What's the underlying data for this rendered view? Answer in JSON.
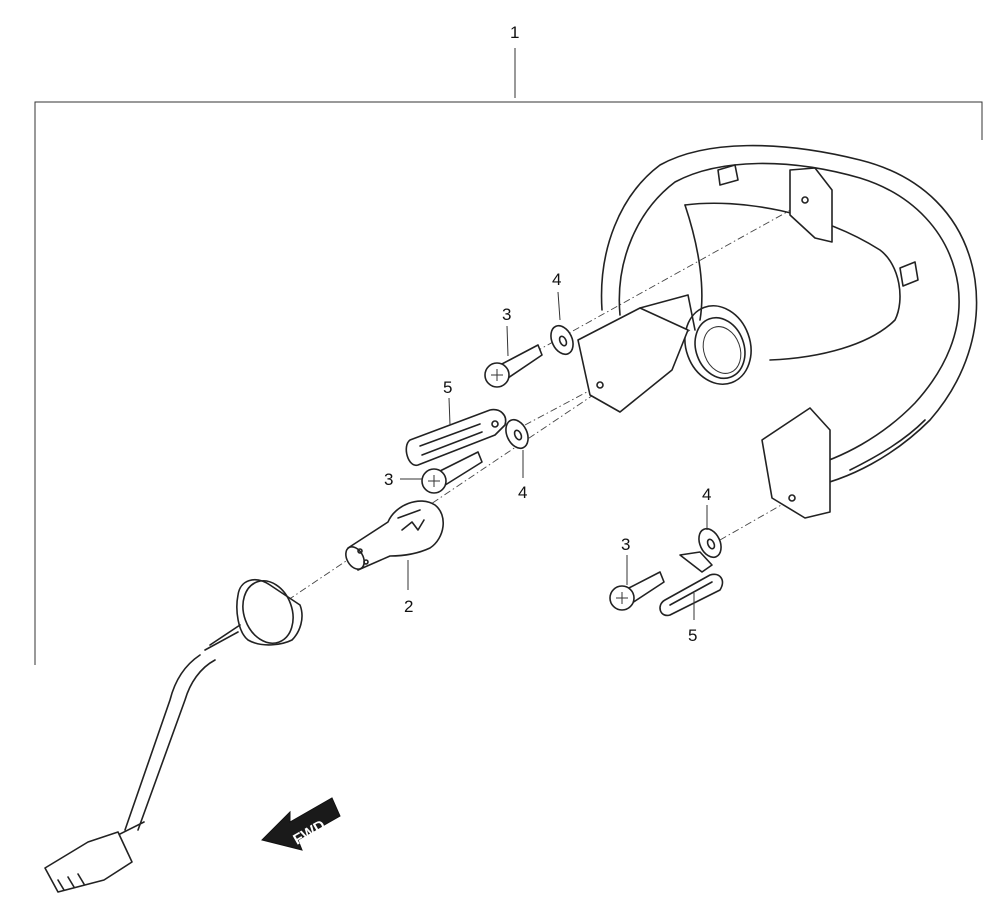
{
  "callouts": {
    "assembly": "1",
    "bulb": "2",
    "screw_upper": "3",
    "screw_middle": "3",
    "screw_lower": "3",
    "washer_upper": "4",
    "washer_middle": "4",
    "washer_lower": "4",
    "bracket_left": "5",
    "bracket_right": "5"
  },
  "direction_label": "FWD",
  "icons": {
    "direction": "arrow-left-icon"
  }
}
